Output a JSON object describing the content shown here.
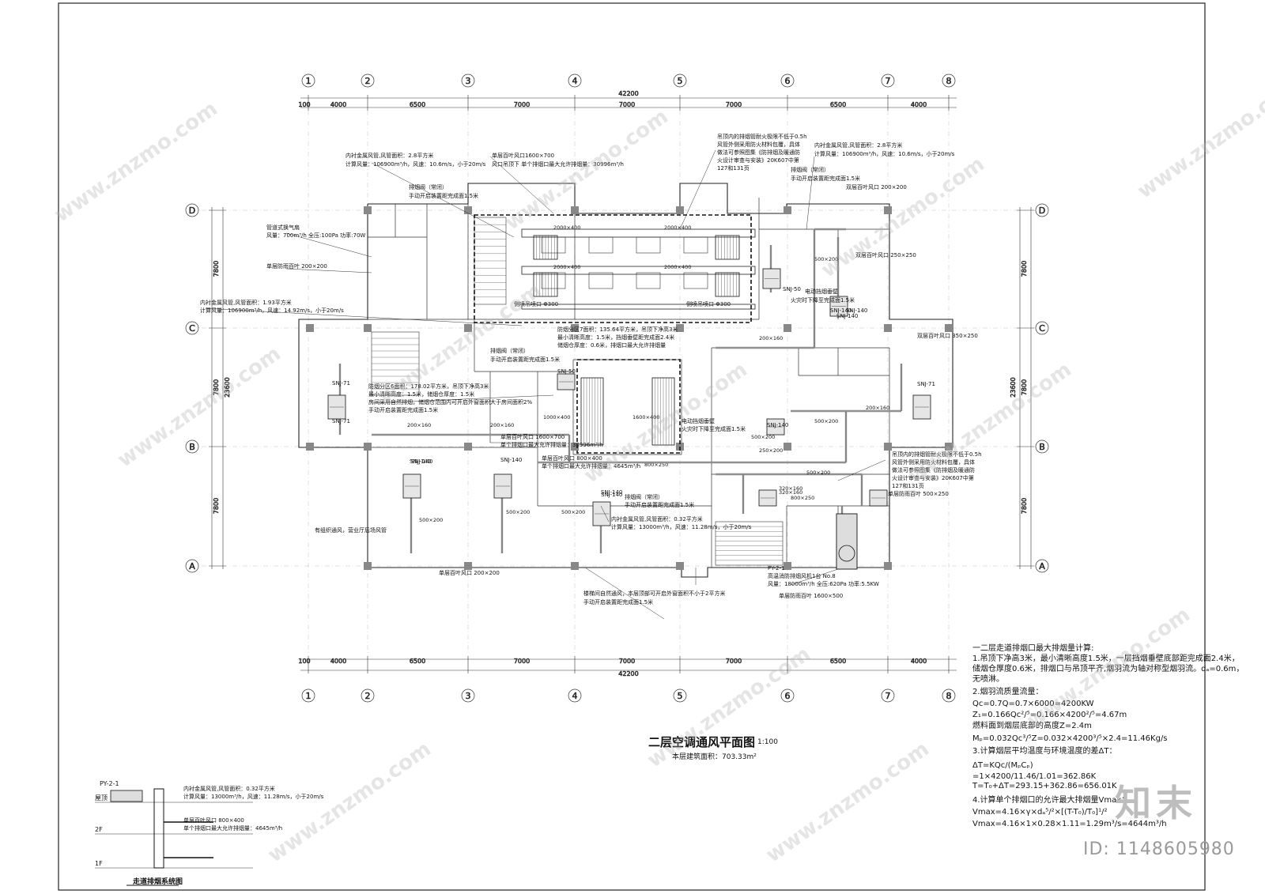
{
  "drawing": {
    "title": "二层空调通风平面图",
    "scale": "1:100",
    "area_label": "本层建筑面积：703.33m²"
  },
  "grid": {
    "columns": [
      "1",
      "2",
      "3",
      "4",
      "5",
      "6",
      "7",
      "8"
    ],
    "rows": [
      "D",
      "C",
      "B",
      "A"
    ],
    "col_spans_top": [
      "100",
      "4000",
      "6500",
      "7000",
      "7000",
      "7000",
      "6500",
      "4000"
    ],
    "total_width": "42200",
    "row_spans": [
      "7800",
      "7800",
      "7800"
    ],
    "total_depth": "23600"
  },
  "annotations": [
    {
      "id": "a1",
      "text": "内衬金属风管,风管面积：2.8平方米"
    },
    {
      "id": "a2",
      "text": "计算风量：106900m³/h，风速：10.6m/s，小于20m/s"
    },
    {
      "id": "a3",
      "text": "排烟阀（常闭）"
    },
    {
      "id": "a4",
      "text": "手动开启装置距完成面1.5米"
    },
    {
      "id": "a5",
      "text": "单层百叶风口1600×700"
    },
    {
      "id": "a6",
      "text": "风口吊顶下 单个排烟口最大允许排烟量：30996m³/h"
    },
    {
      "id": "a7",
      "text": "吊顶内的排烟管耐火极限不低于0.5h"
    },
    {
      "id": "a8",
      "text": "风管外侧采用防火材料包覆，具体"
    },
    {
      "id": "a9",
      "text": "做法可参照图集《防排烟及暖通防"
    },
    {
      "id": "a10",
      "text": "火设计审查与安装》20K607中第"
    },
    {
      "id": "a11",
      "text": "127和131页"
    },
    {
      "id": "a12",
      "text": "内衬金属风管,风管面积：2.8平方米"
    },
    {
      "id": "a13",
      "text": "计算风量：106900m³/h，风速：10.6m/s，小于20m/s"
    },
    {
      "id": "a14",
      "text": "排烟阀（常闭）"
    },
    {
      "id": "a15",
      "text": "手动开启装置距完成面1.5米"
    },
    {
      "id": "a16",
      "text": "双层百叶风口 200×200"
    },
    {
      "id": "a17",
      "text": "管道式换气扇"
    },
    {
      "id": "a18",
      "text": "风量：700m³/h 全压:100Pa 功率:70W"
    },
    {
      "id": "a19",
      "text": "单层防雨百叶 200×200"
    },
    {
      "id": "a20",
      "text": "双层百叶风口 250×250"
    },
    {
      "id": "a21",
      "text": "电动挡烟垂壁"
    },
    {
      "id": "a22",
      "text": "火灾时下降至完成面1.5米"
    },
    {
      "id": "a23",
      "text": "内衬金属风管,风管面积：1.93平方米"
    },
    {
      "id": "a24",
      "text": "计算风量：106900m³/h，风速：14.92m/s，小于20m/s"
    },
    {
      "id": "a25",
      "text": "侧喷吊喷口 Φ300"
    },
    {
      "id": "a26",
      "text": "侧喷吊喷口 Φ300"
    },
    {
      "id": "a27",
      "text": "防烟分区7面积：135.64平方米，吊顶下净高3米"
    },
    {
      "id": "a28",
      "text": "最小清晰高度：1.5米，挡烟垂壁距完成面2.4米"
    },
    {
      "id": "a29",
      "text": "储烟仓厚度：0.6米，排烟口最大允许排烟量"
    },
    {
      "id": "a30",
      "text": "双层百叶风口 350×250"
    },
    {
      "id": "a31",
      "text": "排烟阀（常闭）"
    },
    {
      "id": "a32",
      "text": "手动开启装置距完成面1.5米"
    },
    {
      "id": "a33",
      "text": "防烟分区6面积：178.02平方米，吊顶下净高3米"
    },
    {
      "id": "a34",
      "text": "最小清晰高度：1.5米，储烟仓厚度：1.5米"
    },
    {
      "id": "a35",
      "text": "房间采用自然排烟，储烟仓范围内可开启外窗面积大于房间面积2%"
    },
    {
      "id": "a36",
      "text": "手动开启装置距完成面1.5米"
    },
    {
      "id": "a37",
      "text": "单层百叶风口 1600×700"
    },
    {
      "id": "a38",
      "text": "单个排烟口最大允许排烟量：30996m³/h"
    },
    {
      "id": "a39",
      "text": "电动挡烟垂壁"
    },
    {
      "id": "a40",
      "text": "火灾时下降至完成面1.5米"
    },
    {
      "id": "a41",
      "text": "单层百叶风口 800×400"
    },
    {
      "id": "a42",
      "text": "单个排烟口最大允许排烟量：4645m³/h"
    },
    {
      "id": "a43",
      "text": "吊顶内的排烟管耐火极限不低于0.5h"
    },
    {
      "id": "a44",
      "text": "风管外侧采用防火材料包覆，具体"
    },
    {
      "id": "a45",
      "text": "做法可参照图集《防排烟及暖通防"
    },
    {
      "id": "a46",
      "text": "火设计审查与安装》20K607中第"
    },
    {
      "id": "a47",
      "text": "127和131页"
    },
    {
      "id": "a48",
      "text": "单层防雨百叶 500×250"
    },
    {
      "id": "a49",
      "text": "排烟阀（常闭）"
    },
    {
      "id": "a50",
      "text": "手动开启装置距完成面1.5米"
    },
    {
      "id": "a51",
      "text": "内衬金属风管,风管面积：0.32平方米"
    },
    {
      "id": "a52",
      "text": "计算风量：13000m³/h，风速：11.28m/s，小于20m/s"
    },
    {
      "id": "a53",
      "text": "PY-2-1"
    },
    {
      "id": "a54",
      "text": "高温消防排烟风机1台 No.8"
    },
    {
      "id": "a55",
      "text": "风量：18000m³/h 全压:620Pa 功率:5.5KW"
    },
    {
      "id": "a56",
      "text": "单层防雨百叶 1600×500"
    },
    {
      "id": "a57",
      "text": "单层百叶风口 200×200"
    },
    {
      "id": "a58",
      "text": "楼梯间自然通风，本层顶部可开启外窗面积不小于2平方米"
    },
    {
      "id": "a59",
      "text": "手动开启装置距完成面1.5米"
    },
    {
      "id": "a60",
      "text": "有组织通风，营业厅后场风管"
    }
  ],
  "equipment": [
    "SNJ-50",
    "SNJ-140",
    "SNJ-71",
    "SNJ-140",
    "SNJ-140",
    "SNJ-140",
    "SNJ-50",
    "SNJ-140",
    "SNJ-71",
    "SNJ-140",
    "SNJ-140",
    "SNJ-140",
    "SNJ-71",
    "SNJ-140"
  ],
  "ducts": [
    "2000×400",
    "2000×400",
    "2000×400",
    "2000×400",
    "200×160",
    "200×160",
    "500×200",
    "500×200",
    "200×160",
    "500×200",
    "320×160",
    "320×160",
    "250×200",
    "800×250",
    "1000×400",
    "1600×400",
    "800×250",
    "500×200",
    "200×160",
    "500×200",
    "500×200",
    "500×200"
  ],
  "calc_notes": [
    "一二层走道排烟口最大排烟量计算:",
    "1.吊顶下净高3米，最小清晰高度1.5米，一层挡烟垂壁底部距完成面2.4米，",
    "储烟仓厚度0.6米，排烟口与吊顶平齐,烟羽流为轴对称型烟羽流。dₐ=0.6m，",
    "无喷淋。",
    "2.烟羽流质量流量：",
    "Qc=0.7Q=0.7×6000=4200KW",
    "Z₁=0.166Qc²/⁵=0.166×4200²/⁵=4.67m",
    "燃料面到烟层底部的高度Z=2.4m",
    "Mₚ=0.032Qc³/⁵Z=0.032×4200³/⁵×2.4=11.46Kg/s",
    "3.计算烟层平均温度与环境温度的差ΔT：",
    "ΔT=KQc/(MₚCₚ)",
    "=1×4200/11.46/1.01=362.86K",
    "T=T₀+ΔT=293.15+362.86=656.01K",
    "4.计算单个排烟口的允许最大排烟量Vmax：",
    "Vmax=4.16×γ×dₐ⁵/²×[(T-T₀)/T₀]¹/²",
    "Vmax=4.16×1×0.28×1.11=1.29m³/s=4644m³/h"
  ],
  "system_diagram": {
    "title": "走道排烟系统图",
    "code": "PY-2-1",
    "floors": [
      "屋顶",
      "2F",
      "1F"
    ],
    "notes": [
      "内衬金属风管,风管面积：0.32平方米",
      "计算风量：13000m³/h，风速：11.28m/s，小于20m/s",
      "单层百叶风口 800×400",
      "单个排烟口最大允许排烟量：4645m³/h"
    ]
  },
  "watermark": {
    "text": "www.znzmo.com",
    "brand": "知末",
    "id": "ID: 1148605980"
  }
}
